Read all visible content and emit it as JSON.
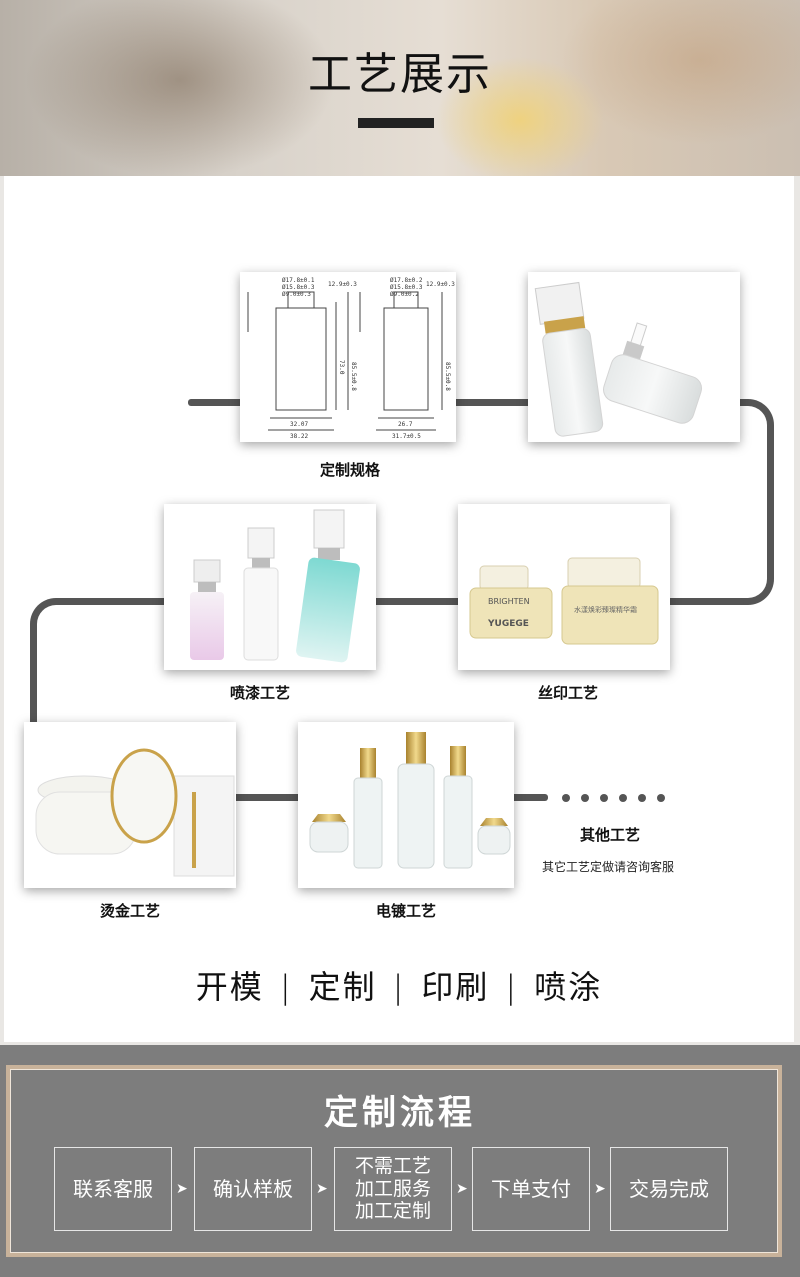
{
  "header": {
    "title": "工艺展示"
  },
  "crafts": [
    {
      "caption": "定制规格"
    },
    {
      "caption": "喷漆工艺"
    },
    {
      "caption": "丝印工艺"
    },
    {
      "caption": "烫金工艺"
    },
    {
      "caption": "电镀工艺"
    }
  ],
  "other": {
    "title": "其他工艺",
    "note": "其它工艺定做请咨询客服"
  },
  "spec_labels": {
    "a1": "Ø17.8±0.1",
    "a2": "Ø15.8±0.3",
    "a3": "Ø9.0±0.3",
    "a4": "12.9±0.3",
    "b1": "Ø17.8±0.2",
    "b2": "Ø15.8±0.3",
    "b3": "Ø9.0±0.2",
    "b4": "12.9±0.3",
    "w1": "32.07",
    "w2": "38.22",
    "w3": "26.7",
    "w4": "31.7±0.5",
    "h1": "85.5±0.8",
    "h2": "73.0",
    "h3": "85.5±0.8"
  },
  "jar_text": {
    "brand": "BRIGHTEN",
    "name": "YUGEGE",
    "cn": "水漾焕彩臻璨精华霜"
  },
  "services": [
    "开模",
    "定制",
    "印刷",
    "喷涂"
  ],
  "process": {
    "title": "定制流程",
    "steps": [
      "联系客服",
      "确认样板",
      "不需工艺\n加工服务\n加工定制",
      "下单支付",
      "交易完成"
    ],
    "arrow": "➤"
  },
  "colors": {
    "track": "#555555",
    "panel_bg": "#7d7d7d",
    "frame": "#c8b29a",
    "gold": "#c9a24a"
  }
}
